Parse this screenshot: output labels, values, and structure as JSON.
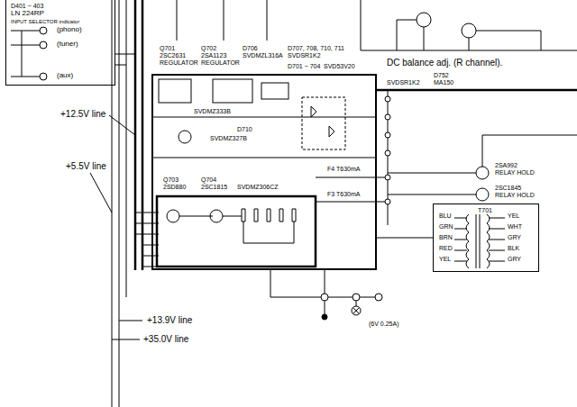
{
  "diagram": {
    "nodes": [
      {
        "text": [
          "D401 ~ 403",
          "LN 224RP",
          "INPUT SELECTOR indicator"
        ]
      },
      {
        "text": [
          "SVDMZ333B"
        ]
      },
      {
        "text": [
          "T701"
        ]
      }
    ],
    "edges": [
      {
        "from": 1,
        "to": 2,
        "arrow": "none"
      }
    ],
    "labels": [
      "(phono)",
      "(tuner)",
      "(aux)",
      "+12.5V line",
      "+5.5V line",
      "+13.9V line",
      "+35.0V line",
      "Q701",
      "2SC2631",
      "REGULATOR",
      "Q702",
      "2SA1123",
      "REGULATOR",
      "D706",
      "SVDMZL316A",
      "D707, 708, 710, 711",
      "SVDSR1K2",
      "D701 ~ 704",
      "SVD53V20",
      "DC balance adj. (R channel).",
      "D752",
      "SVDSR1K2",
      "MA150",
      "D710",
      "SVDMZ327B",
      "Q703",
      "2SD880",
      "Q704",
      "2SC1815",
      "SVDMZ306CZ",
      "F4 T630mA",
      "F3 T630mA",
      "2SA992",
      "RELAY HOLD",
      "2SC1845",
      "RELAY HOLD",
      "BLU",
      "GRN",
      "BRN",
      "RED",
      "YEL",
      "YEL",
      "WHT",
      "GRY",
      "BLK",
      "GRY",
      "(6V 0.25A)"
    ]
  }
}
